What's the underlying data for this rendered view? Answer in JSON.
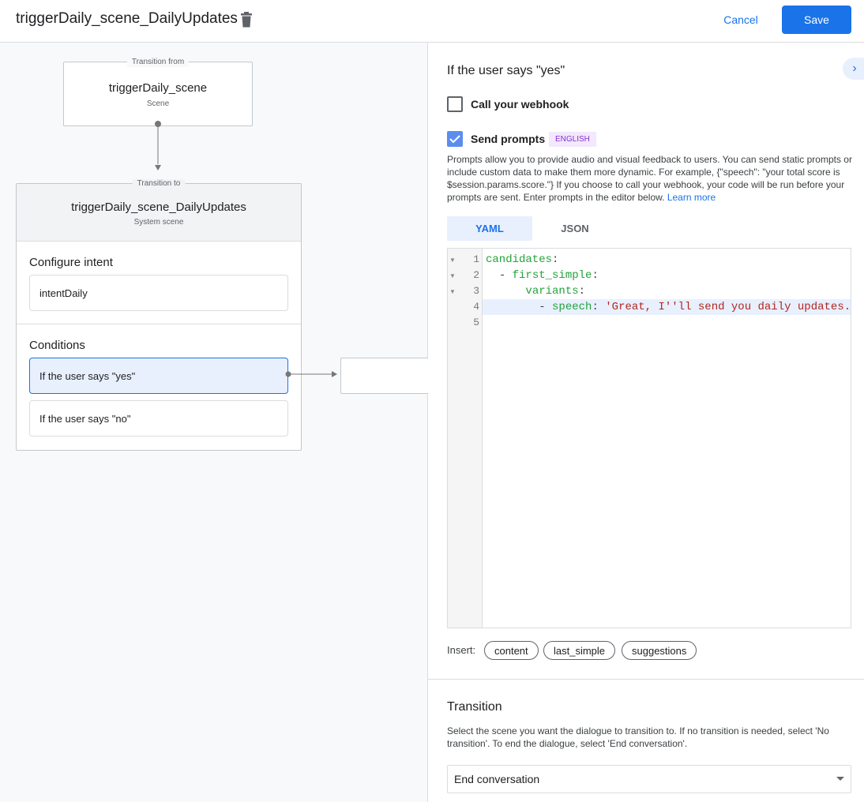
{
  "header": {
    "title": "triggerDaily_scene_DailyUpdates",
    "cancel": "Cancel",
    "save": "Save"
  },
  "canvas": {
    "from": {
      "tag": "Transition from",
      "name": "triggerDaily_scene",
      "type": "Scene"
    },
    "to": {
      "tag": "Transition to",
      "name": "triggerDaily_scene_DailyUpdates",
      "type": "System scene"
    },
    "configure_intent": {
      "label": "Configure intent",
      "intent": "intentDaily"
    },
    "conditions": {
      "label": "Conditions",
      "items": [
        "If the user says \"yes\"",
        "If the user says \"no\""
      ]
    }
  },
  "panel": {
    "title": "If the user says \"yes\"",
    "webhook": {
      "label": "Call your webhook",
      "checked": false
    },
    "prompts": {
      "label": "Send prompts",
      "checked": true,
      "badge": "ENGLISH",
      "description": "Prompts allow you to provide audio and visual feedback to users. You can send static prompts or include custom data to make them more dynamic. For example, {\"speech\": \"your total score is $session.params.score.\"} If you choose to call your webhook, your code will be run before your prompts are sent. Enter prompts in the editor below.",
      "learn_more": "Learn more"
    },
    "tabs": [
      "YAML",
      "JSON"
    ],
    "active_tab": "YAML",
    "editor": {
      "line_numbers": [
        "1",
        "2",
        "3",
        "4",
        "5"
      ],
      "lines": [
        {
          "indent": "",
          "dash": "",
          "key": "candidates",
          "sep": ":",
          "val": ""
        },
        {
          "indent": "  ",
          "dash": "- ",
          "key": "first_simple",
          "sep": ":",
          "val": ""
        },
        {
          "indent": "      ",
          "dash": "",
          "key": "variants",
          "sep": ":",
          "val": ""
        },
        {
          "indent": "        ",
          "dash": "- ",
          "key": "speech",
          "sep": ": ",
          "val": "'Great, I''ll send you daily updates."
        },
        {
          "indent": "",
          "dash": "",
          "key": "",
          "sep": "",
          "val": ""
        }
      ]
    },
    "insert": {
      "label": "Insert:",
      "chips": [
        "content",
        "last_simple",
        "suggestions"
      ]
    },
    "transition": {
      "title": "Transition",
      "description": "Select the scene you want the dialogue to transition to. If no transition is needed, select 'No transition'. To end the dialogue, select 'End conversation'.",
      "selected": "End conversation"
    }
  },
  "colors": {
    "accent": "#1a73e8",
    "badge_bg": "#f3e8fd",
    "badge_text": "#8430ce"
  }
}
